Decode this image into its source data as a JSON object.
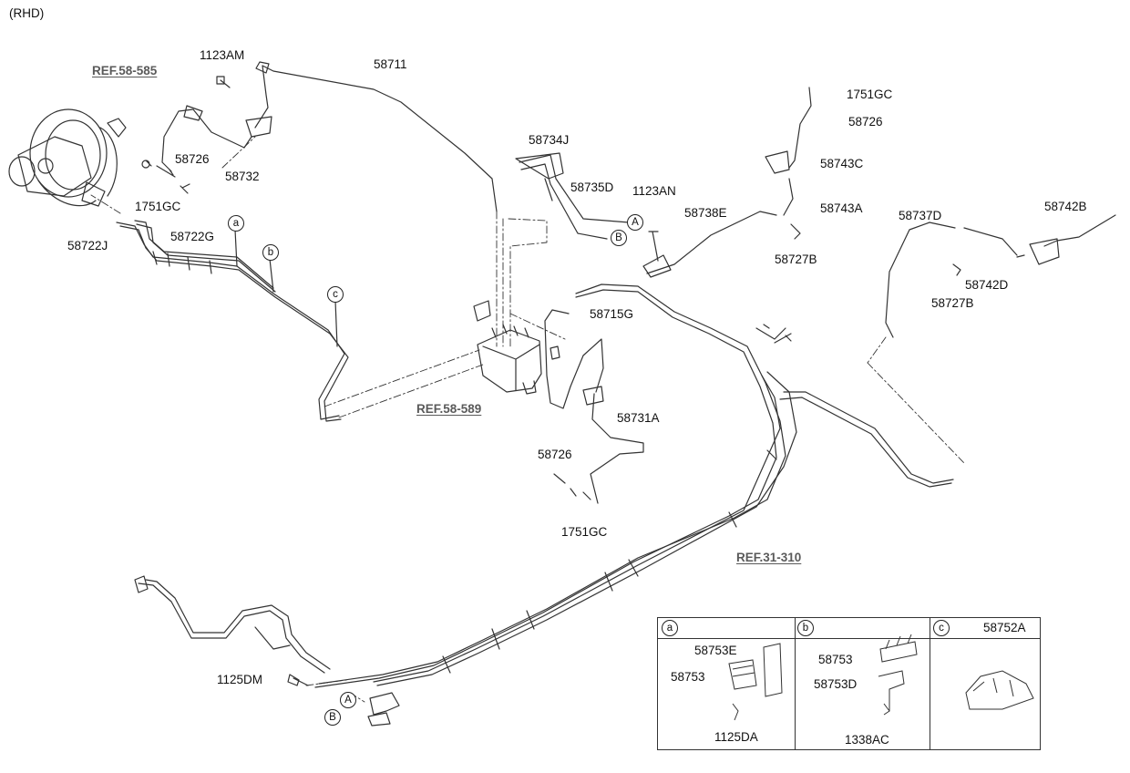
{
  "variant_label": "(RHD)",
  "refs": {
    "ref_58_585": "REF.58-585",
    "ref_58_589": "REF.58-589",
    "ref_31_310": "REF.31-310"
  },
  "parts": {
    "p_1123AM": "1123AM",
    "p_58711": "58711",
    "p_58726_left": "58726",
    "p_58732": "58732",
    "p_1751GC_left": "1751GC",
    "p_58722G": "58722G",
    "p_58722J": "58722J",
    "p_58734J": "58734J",
    "p_58735D": "58735D",
    "p_1123AN": "1123AN",
    "p_58738E": "58738E",
    "p_1751GC_top": "1751GC",
    "p_58726_top": "58726",
    "p_58743C": "58743C",
    "p_58743A": "58743A",
    "p_58727B_top": "58727B",
    "p_58737D": "58737D",
    "p_58742B": "58742B",
    "p_58742D": "58742D",
    "p_58727B_right": "58727B",
    "p_58715G": "58715G",
    "p_58731A": "58731A",
    "p_58726_mid": "58726",
    "p_1751GC_mid": "1751GC",
    "p_1125DM": "1125DM"
  },
  "markers": {
    "a": "a",
    "b": "b",
    "c": "c",
    "A_top": "A",
    "B_top": "B",
    "A_bottom": "A",
    "B_bottom": "B"
  },
  "legend": {
    "col_a_letter": "a",
    "col_b_letter": "b",
    "col_c_letter": "c",
    "col_c_title": "58752A",
    "a_58753E": "58753E",
    "a_58753": "58753",
    "a_1125DA": "1125DA",
    "b_58753": "58753",
    "b_58753D": "58753D",
    "b_1338AC": "1338AC"
  }
}
